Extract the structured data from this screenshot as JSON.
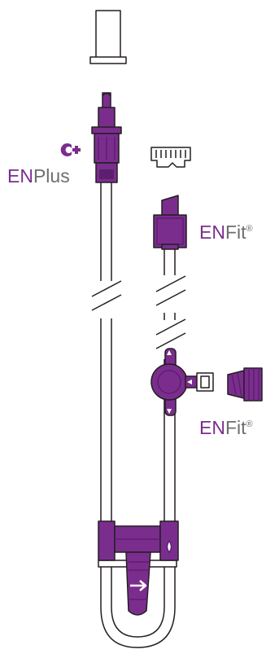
{
  "labels": {
    "enplus": {
      "prefix": "EN",
      "suffix": "Plus"
    },
    "enfit_top": {
      "prefix": "EN",
      "suffix": "Fit",
      "mark": "®"
    },
    "enfit_side": {
      "prefix": "EN",
      "suffix": "Fit",
      "mark": "®"
    }
  },
  "colors": {
    "purple": "#7b2d8e",
    "purple_dark": "#5c1f6e",
    "outline": "#231f20",
    "gray_text": "#6d6e71",
    "white": "#ffffff"
  },
  "icons": {
    "enplus_symbol": "enplus-logo-icon",
    "flow_arrow": "arrow-right-icon",
    "drop": "drop-icon"
  }
}
